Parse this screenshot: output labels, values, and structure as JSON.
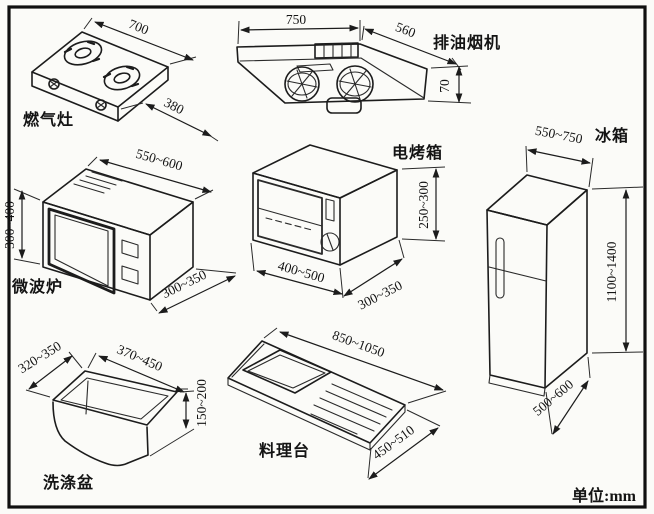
{
  "diagram": {
    "unit_note": "单位:mm",
    "appliances": {
      "stove": {
        "label": "燃气灶",
        "width": "700",
        "depth": "380"
      },
      "hood": {
        "label": "排油烟机",
        "width": "750",
        "depth": "560",
        "height": "70"
      },
      "microwave": {
        "label": "微波炉",
        "width": "550~600",
        "height": "300~400",
        "depth": "300~350"
      },
      "oven": {
        "label": "电烤箱",
        "width": "400~500",
        "depth": "300~350",
        "height": "250~300"
      },
      "fridge": {
        "label": "冰箱",
        "width": "550~750",
        "height": "1100~1400",
        "depth": "500~600"
      },
      "basin": {
        "label": "洗涤盆",
        "width": "320~350",
        "length": "370~450",
        "height": "150~200"
      },
      "counter": {
        "label": "料理台",
        "length": "850~1050",
        "depth": "450~510"
      }
    },
    "colors": {
      "ink": "#1c1c1c",
      "paper": "#fbfbf8"
    }
  }
}
